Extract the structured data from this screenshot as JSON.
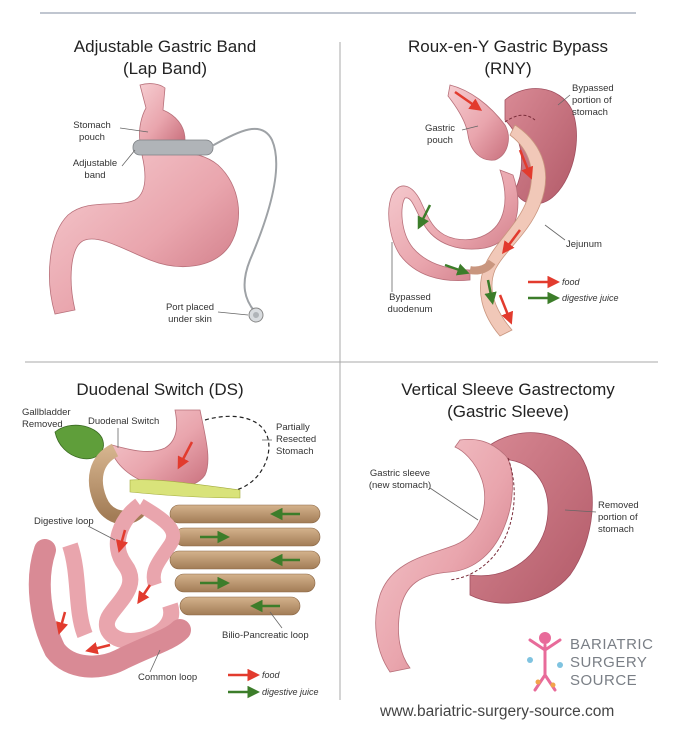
{
  "panels": {
    "lap_band": {
      "title_line1": "Adjustable Gastric Band",
      "title_line2": "(Lap Band)",
      "labels": {
        "stomach_pouch_1": "Stomach",
        "stomach_pouch_2": "pouch",
        "band_1": "Adjustable",
        "band_2": "band",
        "port_1": "Port placed",
        "port_2": "under skin"
      }
    },
    "rny": {
      "title_line1": "Roux-en-Y Gastric Bypass",
      "title_line2": "(RNY)",
      "labels": {
        "gastric_pouch_1": "Gastric",
        "gastric_pouch_2": "pouch",
        "bypassed_stomach_1": "Bypassed",
        "bypassed_stomach_2": "portion of",
        "bypassed_stomach_3": "stomach",
        "jejunum": "Jejunum",
        "bypassed_duodenum_1": "Bypassed",
        "bypassed_duodenum_2": "duodenum",
        "legend_food": "food",
        "legend_juice": "digestive juice"
      }
    },
    "ds": {
      "title_line1": "Duodenal Switch (DS)",
      "labels": {
        "gallbladder_1": "Gallbladder",
        "gallbladder_2": "Removed",
        "duodenal_switch": "Duodenal Switch",
        "resected_1": "Partially",
        "resected_2": "Resected",
        "resected_3": "Stomach",
        "digestive_loop": "Digestive loop",
        "bilio_loop": "Bilio-Pancreatic loop",
        "common_loop": "Common loop",
        "legend_food": "food",
        "legend_juice": "digestive juice"
      }
    },
    "sleeve": {
      "title_line1": "Vertical Sleeve Gastrectomy",
      "title_line2": "(Gastric Sleeve)",
      "labels": {
        "sleeve_1": "Gastric sleeve",
        "sleeve_2": "(new stomach)",
        "removed_1": "Removed",
        "removed_2": "portion of",
        "removed_3": "stomach"
      }
    }
  },
  "brand": {
    "line1": "BARIATRIC",
    "line2": "SURGERY",
    "line3": "SOURCE",
    "url": "www.bariatric-surgery-source.com"
  },
  "colors": {
    "stomach": "#e9a5ad",
    "stomach_dark": "#c9707d",
    "intestine_brown": "#b8946c",
    "food_arrow": "#e23b2e",
    "juice_arrow": "#3c7d2a",
    "divider": "#9aa3b5",
    "band": "#b0b4b8"
  }
}
